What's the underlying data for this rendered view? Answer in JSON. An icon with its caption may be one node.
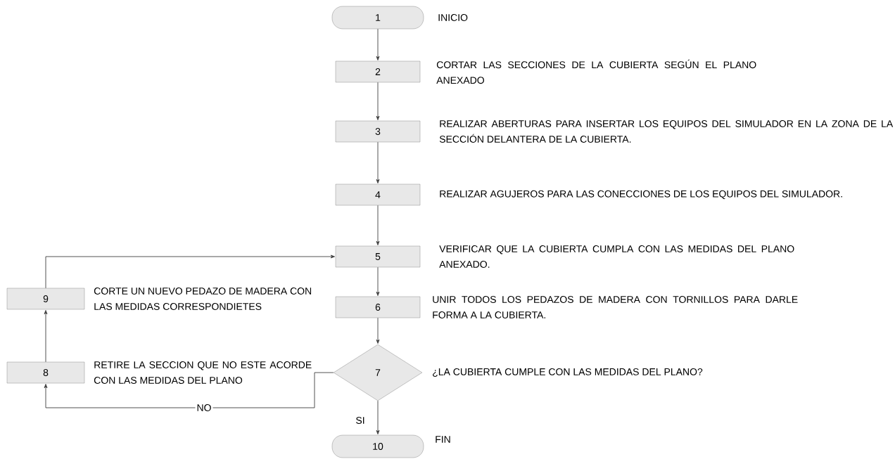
{
  "diagram": {
    "nodes": [
      {
        "text": [
          "1"
        ],
        "beside": [
          "INICIO"
        ]
      },
      {
        "text": [
          "2"
        ],
        "beside": [
          "CORTAR LAS SECCIONES DE LA CUBIERTA SEGÚN EL PLANO ANEXADO"
        ]
      },
      {
        "text": [
          "3"
        ],
        "beside": [
          "REALIZAR ABERTURAS PARA INSERTAR LOS EQUIPOS DEL SIMULADOR EN LA ZONA DE LA SECCIÓN DELANTERA DE LA CUBIERTA."
        ]
      },
      {
        "text": [
          "4"
        ],
        "beside": [
          "REALIZAR AGUJEROS PARA LAS CONECCIONES DE LOS EQUIPOS DEL SIMULADOR."
        ]
      },
      {
        "text": [
          "5"
        ],
        "beside": [
          "VERIFICAR QUE LA CUBIERTA CUMPLA CON LAS MEDIDAS DEL PLANO ANEXADO."
        ]
      },
      {
        "text": [
          "6"
        ],
        "beside": [
          "UNIR TODOS LOS PEDAZOS DE MADERA CON TORNILLOS PARA DARLE FORMA A LA CUBIERTA."
        ]
      },
      {
        "text": [
          "7"
        ],
        "beside": [
          "¿LA CUBIERTA CUMPLE CON LAS MEDIDAS DEL PLANO?"
        ]
      },
      {
        "text": [
          "8"
        ],
        "beside": [
          "RETIRE LA SECCION QUE NO ESTE ACORDE CON LAS MEDIDAS DEL PLANO"
        ]
      },
      {
        "text": [
          "9"
        ],
        "beside": [
          "CORTE UN NUEVO PEDAZO DE MADERA CON LAS MEDIDAS CORRESPONDIETES"
        ]
      },
      {
        "text": [
          "10"
        ],
        "beside": [
          "FIN"
        ]
      }
    ],
    "edges": [
      {
        "from": 0,
        "to": 1,
        "arrow": "to"
      },
      {
        "from": 1,
        "to": 2,
        "arrow": "to"
      },
      {
        "from": 2,
        "to": 3,
        "arrow": "to"
      },
      {
        "from": 3,
        "to": 4,
        "arrow": "to"
      },
      {
        "from": 4,
        "to": 5,
        "arrow": "to"
      },
      {
        "from": 5,
        "to": 6,
        "arrow": "to"
      },
      {
        "from": 6,
        "to": 9,
        "arrow": "to",
        "label": "SI"
      },
      {
        "from": 6,
        "to": 7,
        "arrow": "to",
        "label": "NO"
      },
      {
        "from": 7,
        "to": 8,
        "arrow": "to"
      },
      {
        "from": 8,
        "to": 4,
        "arrow": "to"
      }
    ]
  }
}
